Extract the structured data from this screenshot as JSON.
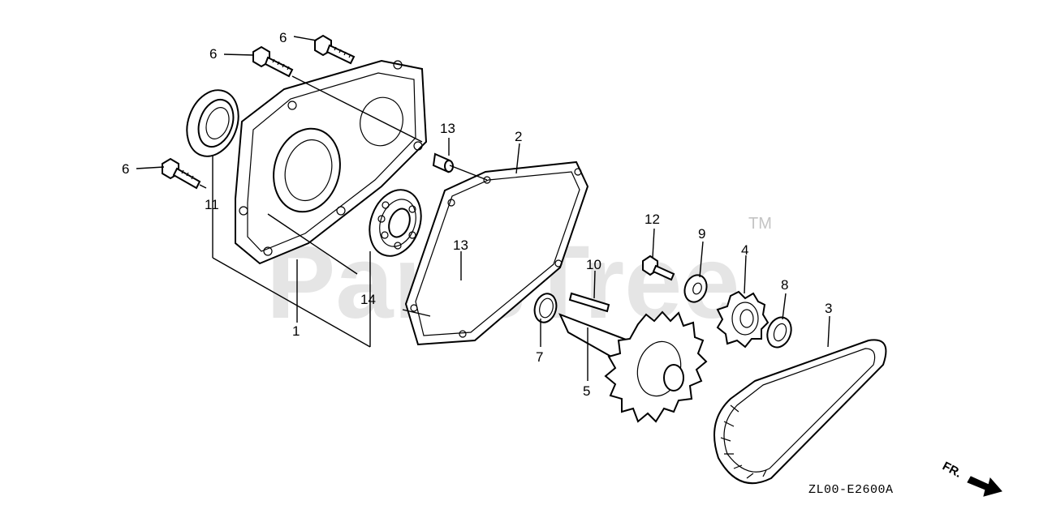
{
  "diagram": {
    "watermark": "PartsTree",
    "trademark": "TM",
    "drawing_code": "ZL00-E2600A",
    "front_label": "FR.",
    "callouts": [
      {
        "id": "6a",
        "label": "6"
      },
      {
        "id": "6b",
        "label": "6"
      },
      {
        "id": "6c",
        "label": "6"
      },
      {
        "id": "11",
        "label": "11"
      },
      {
        "id": "13a",
        "label": "13"
      },
      {
        "id": "13b",
        "label": "13"
      },
      {
        "id": "2",
        "label": "2"
      },
      {
        "id": "14",
        "label": "14"
      },
      {
        "id": "1",
        "label": "1"
      },
      {
        "id": "12",
        "label": "12"
      },
      {
        "id": "9",
        "label": "9"
      },
      {
        "id": "4",
        "label": "4"
      },
      {
        "id": "10",
        "label": "10"
      },
      {
        "id": "8",
        "label": "8"
      },
      {
        "id": "3",
        "label": "3"
      },
      {
        "id": "7",
        "label": "7"
      },
      {
        "id": "5",
        "label": "5"
      }
    ]
  }
}
